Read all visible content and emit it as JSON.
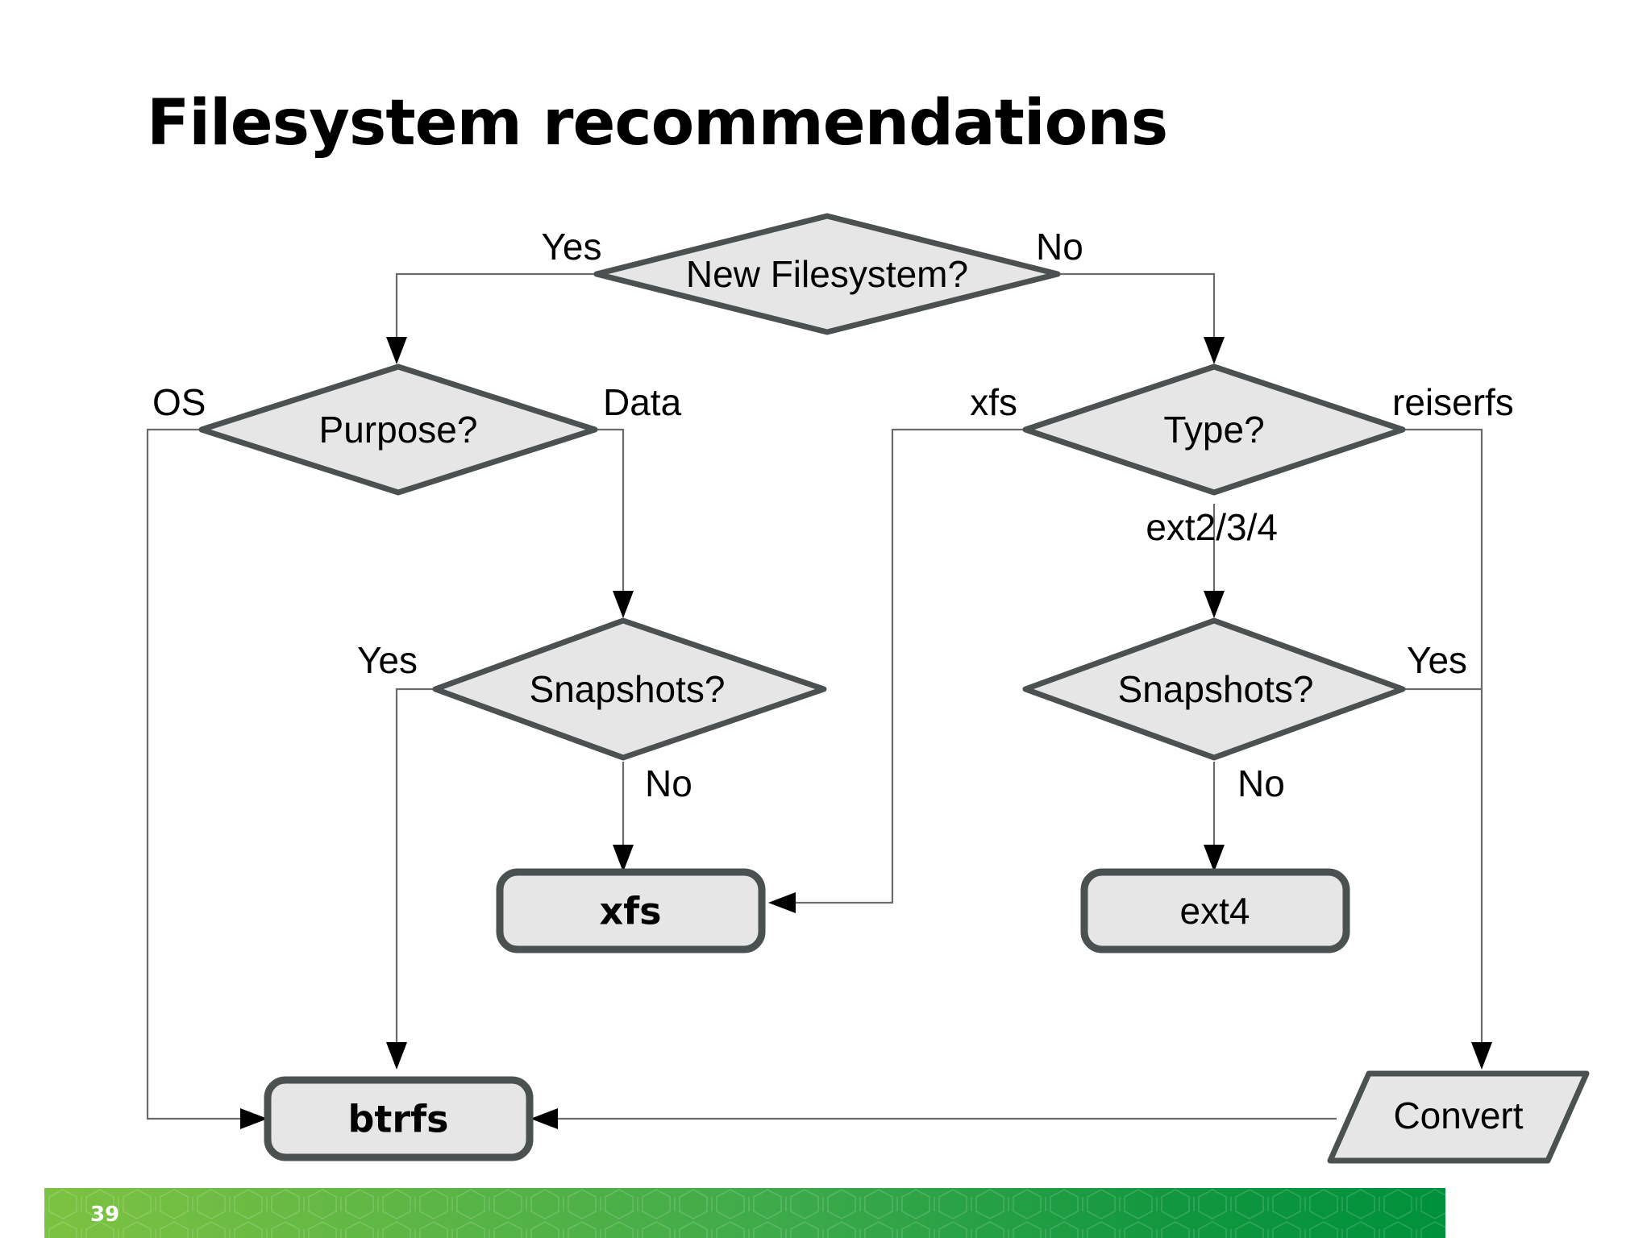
{
  "slide": {
    "title": "Filesystem recommendations",
    "page_number": "39"
  },
  "colors": {
    "node_fill": "#e6e6e6",
    "node_stroke": "#4b5050",
    "edge_stroke": "#6b6b6b",
    "text": "#000000",
    "footer_gradient_start": "#7dc242",
    "footer_gradient_end": "#00913c",
    "footer_text": "#ffffff"
  },
  "chart_data": {
    "type": "diagram",
    "diagram_type": "flowchart",
    "title": "Filesystem recommendations",
    "nodes": [
      {
        "id": "new_filesystem",
        "label": "New Filesystem?",
        "shape": "diamond",
        "bold": false
      },
      {
        "id": "purpose",
        "label": "Purpose?",
        "shape": "diamond",
        "bold": false
      },
      {
        "id": "type",
        "label": "Type?",
        "shape": "diamond",
        "bold": false
      },
      {
        "id": "snapshots_left",
        "label": "Snapshots?",
        "shape": "diamond",
        "bold": false
      },
      {
        "id": "snapshots_right",
        "label": "Snapshots?",
        "shape": "diamond",
        "bold": false
      },
      {
        "id": "xfs",
        "label": "xfs",
        "shape": "rounded-rect",
        "bold": true
      },
      {
        "id": "ext4",
        "label": "ext4",
        "shape": "rounded-rect",
        "bold": false
      },
      {
        "id": "btrfs",
        "label": "btrfs",
        "shape": "rounded-rect",
        "bold": true
      },
      {
        "id": "convert",
        "label": "Convert",
        "shape": "parallelogram",
        "bold": false
      }
    ],
    "edges": [
      {
        "from": "new_filesystem",
        "to": "purpose",
        "label": "Yes"
      },
      {
        "from": "new_filesystem",
        "to": "type",
        "label": "No"
      },
      {
        "from": "purpose",
        "to": "btrfs",
        "label": "OS"
      },
      {
        "from": "purpose",
        "to": "snapshots_left",
        "label": "Data"
      },
      {
        "from": "type",
        "to": "xfs",
        "label": "xfs"
      },
      {
        "from": "type",
        "to": "snapshots_right",
        "label": "ext2/3/4"
      },
      {
        "from": "type",
        "to": "convert",
        "label": "reiserfs"
      },
      {
        "from": "snapshots_left",
        "to": "btrfs",
        "label": "Yes"
      },
      {
        "from": "snapshots_left",
        "to": "xfs",
        "label": "No"
      },
      {
        "from": "snapshots_right",
        "to": "convert",
        "label": "Yes"
      },
      {
        "from": "snapshots_right",
        "to": "ext4",
        "label": "No"
      },
      {
        "from": "convert",
        "to": "btrfs",
        "label": ""
      }
    ]
  },
  "nodes": {
    "new_filesystem": {
      "label": "New Filesystem?"
    },
    "purpose": {
      "label": "Purpose?"
    },
    "type": {
      "label": "Type?"
    },
    "snapshots_left": {
      "label": "Snapshots?"
    },
    "snapshots_right": {
      "label": "Snapshots?"
    },
    "xfs": {
      "label": "xfs"
    },
    "ext4": {
      "label": "ext4"
    },
    "btrfs": {
      "label": "btrfs"
    },
    "convert": {
      "label": "Convert"
    }
  },
  "edge_labels": {
    "new_fs_yes": "Yes",
    "new_fs_no": "No",
    "purpose_os": "OS",
    "purpose_data": "Data",
    "type_xfs": "xfs",
    "type_ext": "ext2/3/4",
    "type_reiserfs": "reiserfs",
    "snap_left_yes": "Yes",
    "snap_left_no": "No",
    "snap_right_yes": "Yes",
    "snap_right_no": "No"
  }
}
